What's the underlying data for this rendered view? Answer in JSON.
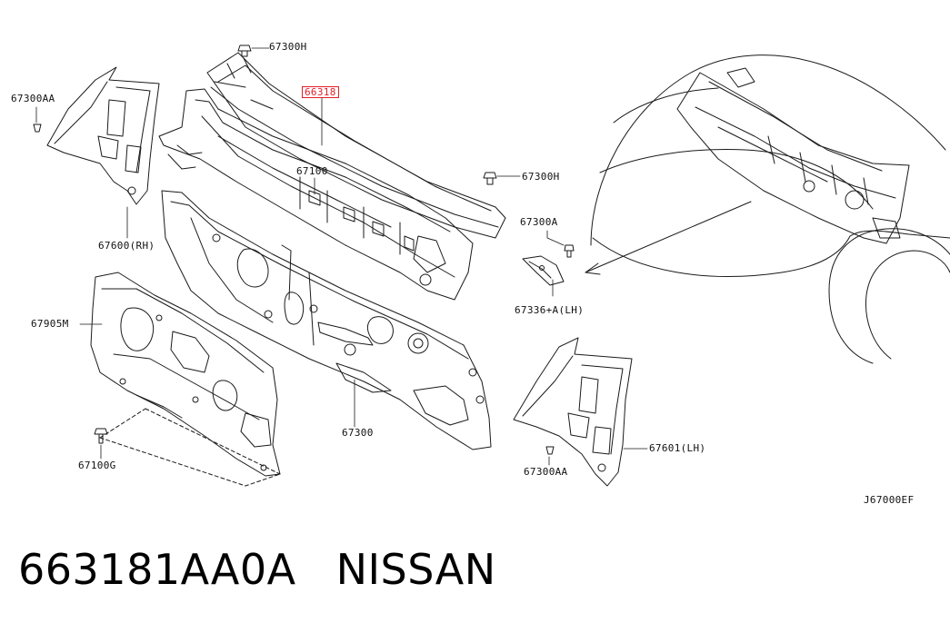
{
  "labels": {
    "p67300H_top": "67300H",
    "p66318": "66318",
    "p67300AA_left": "67300AA",
    "p67100": "67100",
    "p67300H_right": "67300H",
    "p67300A": "67300A",
    "p67600RH": "67600(RH)",
    "p67336A": "67336+A(LH)",
    "p67905M": "67905M",
    "p67300": "67300",
    "p67601LH": "67601(LH)",
    "p67100G": "67100G",
    "p67300AA_bottom": "67300AA",
    "diagram_code": "J67000EF"
  },
  "caption": {
    "part_number": "663181AA0A",
    "brand": "NISSAN"
  },
  "highlight_color": "#e0202a"
}
